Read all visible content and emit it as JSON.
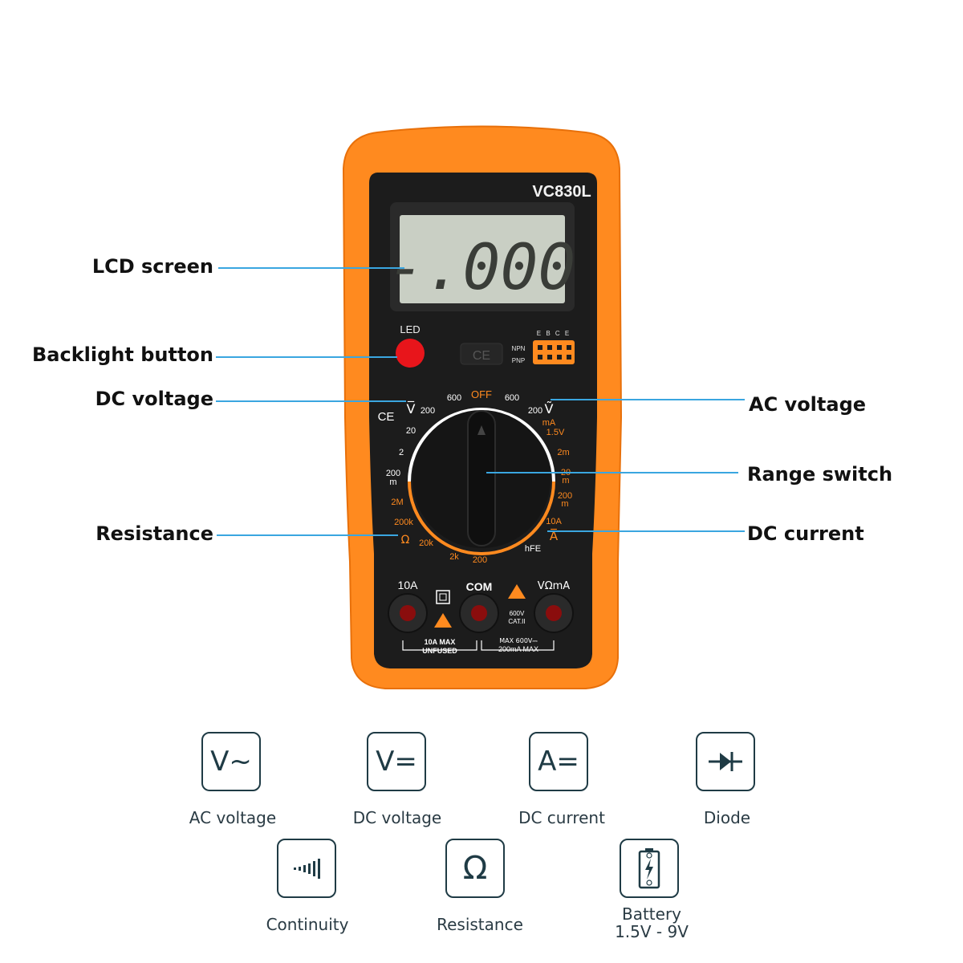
{
  "device": {
    "model": "VC830L",
    "lcd_reading": "-.000",
    "led_label": "LED",
    "ce_mark": "CE",
    "transistor": {
      "pins": "E B C E",
      "npn": "NPN",
      "pnp": "PNP"
    },
    "dial": {
      "off": "OFF",
      "dcv_symbol": "V̅",
      "acv_symbol": "Ṽ",
      "dcv_ranges": [
        "600",
        "200",
        "20",
        "2",
        "200",
        "m"
      ],
      "acv_ranges": [
        "600",
        "200"
      ],
      "current_labels": [
        "mA",
        "1.5V",
        "2m",
        "20",
        "m",
        "200",
        "m",
        "10A"
      ],
      "dca_symbol": "A̅",
      "hfe": "hFE",
      "resistance_labels": [
        "2M",
        "200k",
        "20k",
        "2k",
        "200"
      ],
      "ohm": "Ω"
    },
    "jacks": {
      "left_label": "10A",
      "middle_label": "COM",
      "right_label": "VΩmA",
      "left_note_line1": "10A MAX",
      "left_note_line2": "UNFUSED",
      "cat_line1": "600V",
      "cat_line2": "CAT.II",
      "right_note_line1": "MAX 600V⎓",
      "right_note_line2": "200mA MAX"
    }
  },
  "callouts": {
    "lcd_screen": "LCD screen",
    "backlight_button": "Backlight button",
    "dc_voltage": "DC voltage",
    "resistance": "Resistance",
    "ac_voltage": "AC voltage",
    "range_switch": "Range switch",
    "dc_current": "DC current"
  },
  "icons": [
    {
      "glyph": "V~",
      "label": "AC voltage",
      "name": "ac-voltage-icon"
    },
    {
      "glyph": "V=",
      "label": "DC voltage",
      "name": "dc-voltage-icon"
    },
    {
      "glyph": "A=",
      "label": "DC current",
      "name": "dc-current-icon"
    },
    {
      "glyph": "→|",
      "label": "Diode",
      "name": "diode-icon"
    },
    {
      "glyph": "···||",
      "label": "Continuity",
      "name": "continuity-icon"
    },
    {
      "glyph": "Ω",
      "label": "Resistance",
      "name": "resistance-icon"
    },
    {
      "glyph": "battery",
      "label_line1": "Battery",
      "label_line2": "1.5V - 9V",
      "name": "battery-icon"
    }
  ],
  "colors": {
    "orange": "#ff8a1f",
    "orange_dark": "#e8700a",
    "body_black": "#1c1c1c",
    "lcd_bg": "#c9cfc4",
    "led_red": "#e8151b",
    "icon_stroke": "#1f3b45",
    "callout_line": "#3aa6e0"
  }
}
